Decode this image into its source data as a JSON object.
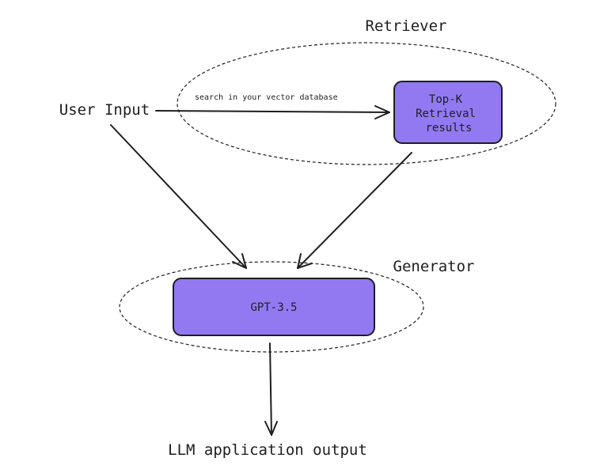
{
  "diagram": {
    "retriever_label": "Retriever",
    "generator_label": "Generator",
    "user_input_label": "User Input",
    "edge_label": "search in your vector database",
    "topk_box": {
      "line1": "Top-K",
      "line2": "Retrieval",
      "line3": "results"
    },
    "gpt_box_label": "GPT-3.5",
    "output_label": "LLM application output",
    "box_fill_color": "#9279f2"
  }
}
